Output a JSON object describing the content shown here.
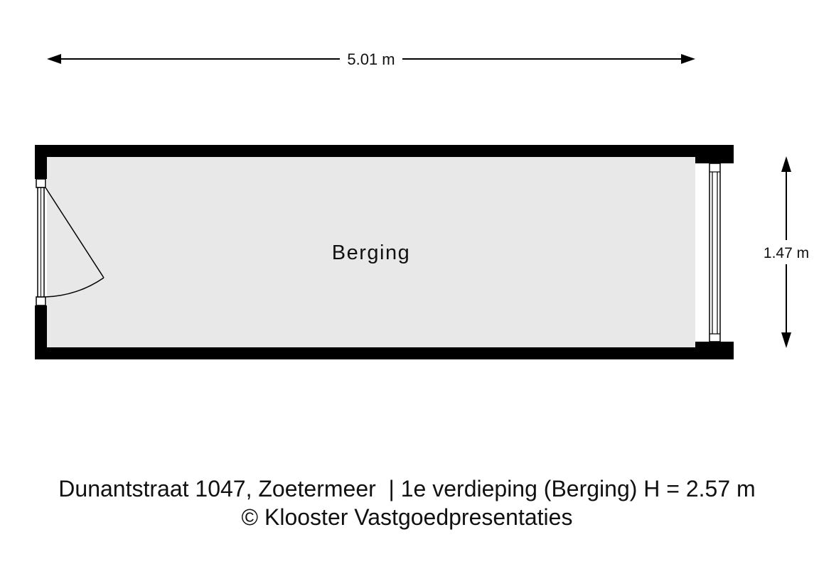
{
  "floorplan": {
    "room_label": "Berging",
    "width_label": "5.01 m",
    "height_label": "1.47 m"
  },
  "caption": {
    "line1": "Dunantstraat 1047, Zoetermeer  | 1e verdieping (Berging) H = 2.57 m",
    "line2": "© Klooster Vastgoedpresentaties"
  },
  "colors": {
    "wall": "#000000",
    "floor": "#e8e8e8",
    "line": "#000000"
  }
}
